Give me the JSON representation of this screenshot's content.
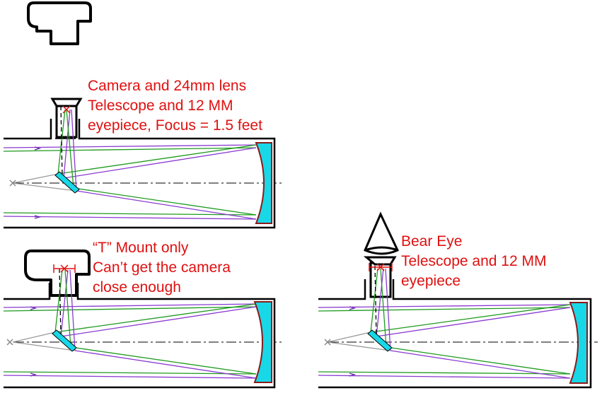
{
  "colors": {
    "label": "#e01010",
    "tube": "#000000",
    "mirror": "#18d8e8",
    "mirror_edge": "#8b1a1a",
    "ray_green": "#1f9a1f",
    "ray_purple": "#8a3ad0",
    "ray_gray": "#9a9a9a",
    "focus_mark": "#e01010"
  },
  "panels": [
    {
      "id": "camera-lens",
      "attachment": "camera-body",
      "caption": [
        "Camera and 24mm lens",
        "Telescope and 12 MM",
        "eyepiece, Focus = 1.5 feet"
      ]
    },
    {
      "id": "t-mount",
      "attachment": "camera-on-t-mount",
      "caption": [
        "“T” Mount only",
        "Can’t get the camera",
        "close enough"
      ]
    },
    {
      "id": "bare-eye",
      "attachment": "eye",
      "caption": [
        "Bear Eye",
        "Telescope and 12 MM",
        "eyepiece"
      ]
    }
  ]
}
